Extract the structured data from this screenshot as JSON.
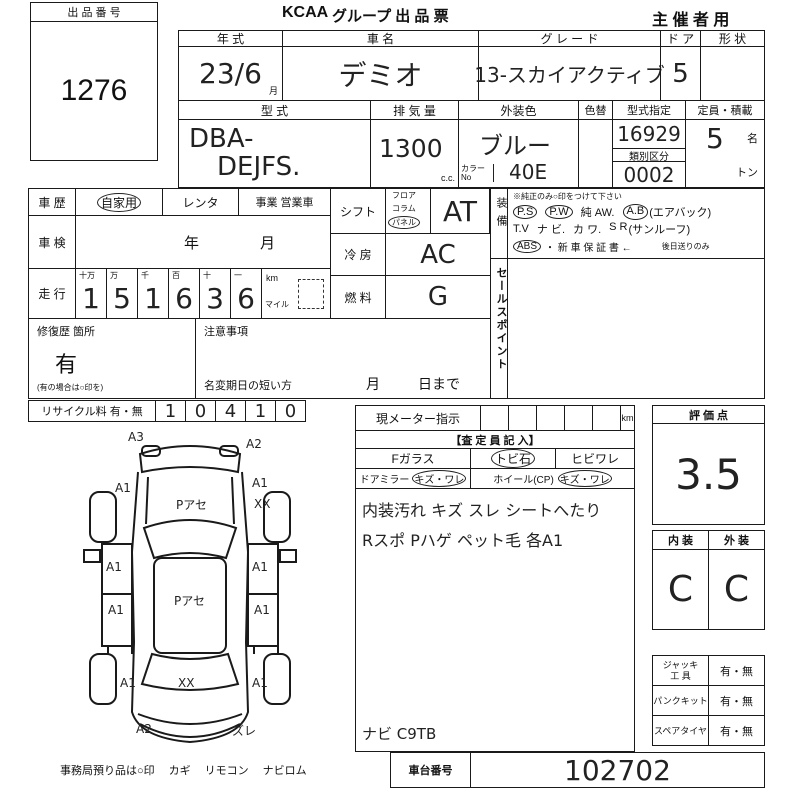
{
  "lot": {
    "label": "出 品 番 号",
    "number": "1276"
  },
  "header": {
    "brand": "KCAA",
    "title": "グループ 出 品 票",
    "copy": "主 催 者 用"
  },
  "basic": {
    "year_label": "年 式",
    "name_label": "車 名",
    "grade_label": "グ レ ー ド",
    "door_label": "ド ア",
    "body_label": "形 状",
    "year": "23/6",
    "month_unit": "月",
    "name": "デミオ",
    "grade": "13-スカイアクティブ",
    "doors": "5"
  },
  "spec": {
    "model_label": "型 式",
    "model_line1": "DBA-",
    "model_line2": "DEJFS.",
    "displacement_label": "排 気 量",
    "displacement": "1300",
    "displacement_unit": "c.c.",
    "color_label": "外装色",
    "color": "ブルー",
    "color_no_label": "カラー No",
    "color_no": "40E",
    "color_change_label": "色替",
    "type_designation_label": "型式指定",
    "type_designation": "16929",
    "category_label": "類別区分",
    "category": "0002",
    "capacity_label": "定員・積載",
    "capacity": "5",
    "capacity_unit": "名",
    "load_unit": "トン"
  },
  "history": {
    "label": "車 歴",
    "private": "自家用",
    "rental": "レンタ",
    "business": "事業 営業車"
  },
  "inspection": {
    "label": "車 検",
    "year_unit": "年",
    "month_unit": "月"
  },
  "mileage": {
    "label": "走 行",
    "units": [
      "十万",
      "万",
      "千",
      "百",
      "十",
      "一"
    ],
    "digits": [
      "1",
      "5",
      "1",
      "6",
      "3",
      "6"
    ],
    "km": "km",
    "mile": "マイル"
  },
  "shift": {
    "label": "シフト",
    "floor": "フロア",
    "column": "コラム",
    "panel": "パネル",
    "value": "AT"
  },
  "aircon": {
    "label": "冷 房",
    "value": "AC"
  },
  "fuel": {
    "label": "燃 料",
    "value": "G"
  },
  "equipment": {
    "label": "装 備",
    "note": "※純正のみ○印をつけて下さい",
    "ps": "P.S",
    "pw": "P.W",
    "aw": "純 AW.",
    "ab": "A.B",
    "ab_note": "(エアバック)",
    "tv": "T.V",
    "navi": "ナ ビ.",
    "kawa": "カ ワ.",
    "sr": "S R",
    "sr_note": "(サンルーフ)",
    "abs": "ABS",
    "warranty": "・ 新 車 保 証 書 ←",
    "later": "後日送りのみ"
  },
  "sales_point": {
    "label": "セールスポイント"
  },
  "repair": {
    "label": "修復歴 箇所",
    "value": "有",
    "note": "(有の場合は○印を)"
  },
  "caution": {
    "label": "注意事項",
    "rename_label": "名変期日の短い方",
    "month_unit": "月",
    "day_unit": "日まで"
  },
  "recycle": {
    "label": "リサイクル料 有・無",
    "digits": [
      "1",
      "0",
      "4",
      "1",
      "0"
    ]
  },
  "meter": {
    "label": "現メーター指示",
    "unit": "km"
  },
  "inspector": {
    "title": "【査 定 員 記 入】",
    "f_glass": "Fガラス",
    "chip": "トビ石",
    "crack": "ヒビワレ",
    "door_mirror": "ドアミラー",
    "door_mirror_damage": "キズ・ワレ",
    "wheel": "ホイール(CP)",
    "wheel_damage": "キズ・ワレ",
    "notes": [
      "内装汚れ キズ スレ シートへたり",
      "Rスポ Pハゲ ペット毛 各A1"
    ],
    "navi": "ナビ C9TB"
  },
  "score": {
    "label": "評 価 点",
    "value": "3.5"
  },
  "condition": {
    "interior_label": "内 装",
    "exterior_label": "外 装",
    "interior": "C",
    "exterior": "C"
  },
  "tools": {
    "jack_label_1": "ジャッキ",
    "jack_label_2": "工 具",
    "jack_value": "有・無",
    "puncture_label": "パンクキット",
    "puncture_value": "有・無",
    "spare_label": "スペアタイヤ",
    "spare_value": "有・無"
  },
  "chassis": {
    "label": "車台番号",
    "value": "102702"
  },
  "office_items": {
    "label": "事務局預り品は○印",
    "items": [
      "カギ",
      "リモコン",
      "ナビロム"
    ]
  },
  "diagram_marks": [
    "A3",
    "A2",
    "A1",
    "Pアセ",
    "A1",
    "XX",
    "A1",
    "Pアセ",
    "A1",
    "A1",
    "A1",
    "A1",
    "XX",
    "A1",
    "A2",
    "ズレ"
  ]
}
